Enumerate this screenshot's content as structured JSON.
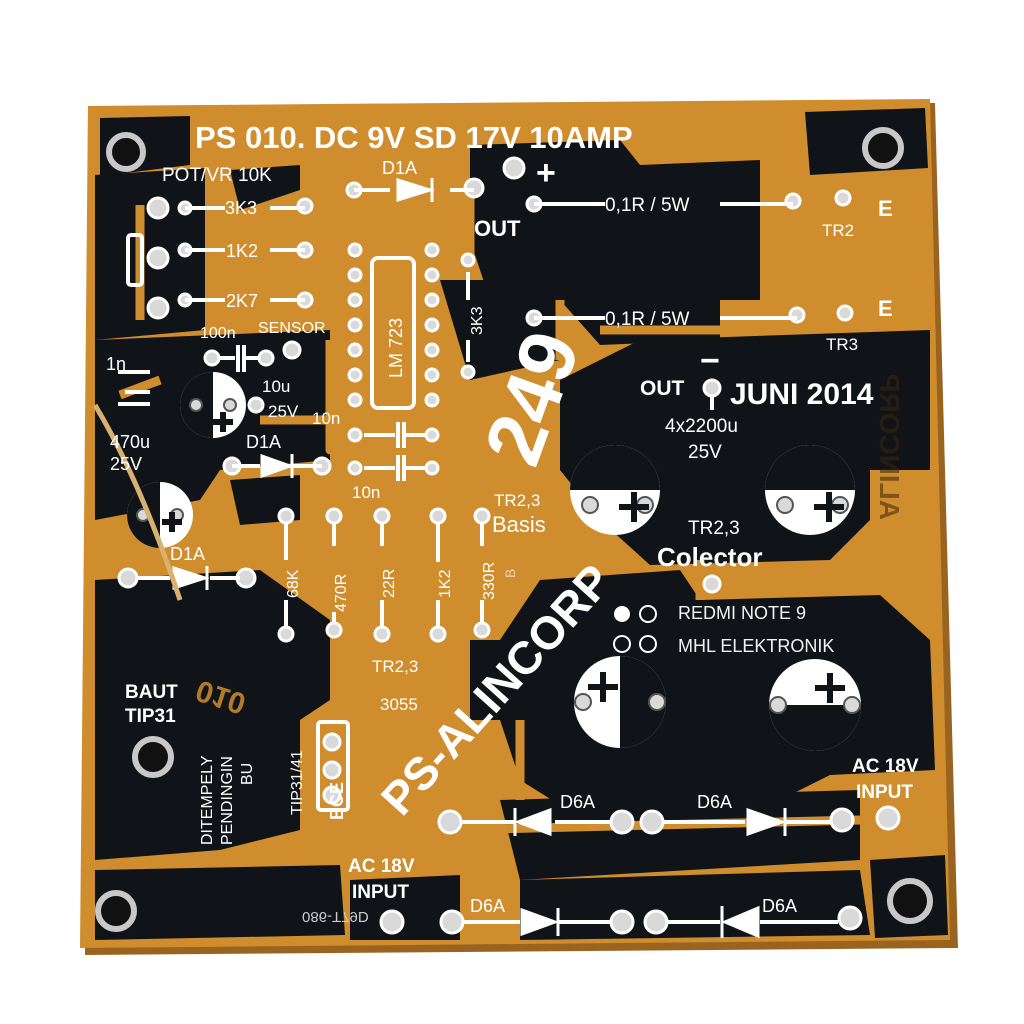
{
  "board": {
    "title": "PS 010. DC 9V SD 17V 10AMP",
    "big_number": "249",
    "brand": "PS-ALINCORP",
    "brand_mirror": "ALINCORP",
    "date": "JUNI 2014",
    "pcb_code": "086-T79D",
    "colors": {
      "copper": "#cf8d2e",
      "mask": "#101418",
      "silk": "#ffffff",
      "edge": "#9a6420"
    }
  },
  "labels": {
    "pot": "POT/VR 10K",
    "r_3k3": "3K3",
    "r_1k2": "1K2",
    "r_2k7": "2K7",
    "sensor": "SENSOR",
    "c_100n": "100n",
    "c_1n": "1n",
    "c_10u": "10u",
    "c_25v": "25V",
    "c_470u": "470u",
    "c_25v_b": "25V",
    "c_10n_a": "10n",
    "c_10n_b": "10n",
    "ic": "LM 723",
    "r_3k3_v": "3K3",
    "d1a_top": "D1A",
    "d1a_mid": "D1A",
    "d1a_low": "D1A",
    "out_plus": "OUT",
    "plus_sign": "+",
    "r_01_top": "0,1R  / 5W",
    "r_01_bot": "0,1R  / 5W",
    "tr2": "TR2",
    "tr3": "TR3",
    "e_top": "E",
    "e_bot": "E",
    "out_minus": "OUT",
    "minus_sign": "−",
    "caps": "4x2200u",
    "caps_v": "25V",
    "tr23_basis_a": "TR2,3",
    "tr23_basis_b": "Basis",
    "tr23_col_a": "TR2,3",
    "tr23_col_b": "Colector",
    "r_68k": "68K",
    "r_470r": "470R",
    "r_22r": "22R",
    "r_1k2_v": "1K2",
    "r_330r": "330R",
    "tr23_3055_a": "TR2,3",
    "tr23_3055_b": "3055",
    "baut": "BAUT",
    "tip31": "TIP31",
    "ditempel_1": "DITEMPELY",
    "ditempel_2": "PENDINGIN",
    "ditempel_3": "BU",
    "tip3141": "TIP31/41",
    "bce": "BCE",
    "ac_in_right_a": "AC 18V",
    "ac_in_right_b": "INPUT",
    "ac_in_left_a": "AC 18V",
    "ac_in_left_b": "INPUT",
    "d6a_1": "D6A",
    "d6a_2": "D6A",
    "d6a_3": "D6A",
    "d6a_4": "D6A",
    "mirror_010": "010",
    "b_mark": "B"
  },
  "watermark": {
    "line1": "REDMI NOTE 9",
    "line2": "MHL ELEKTRONIK"
  }
}
